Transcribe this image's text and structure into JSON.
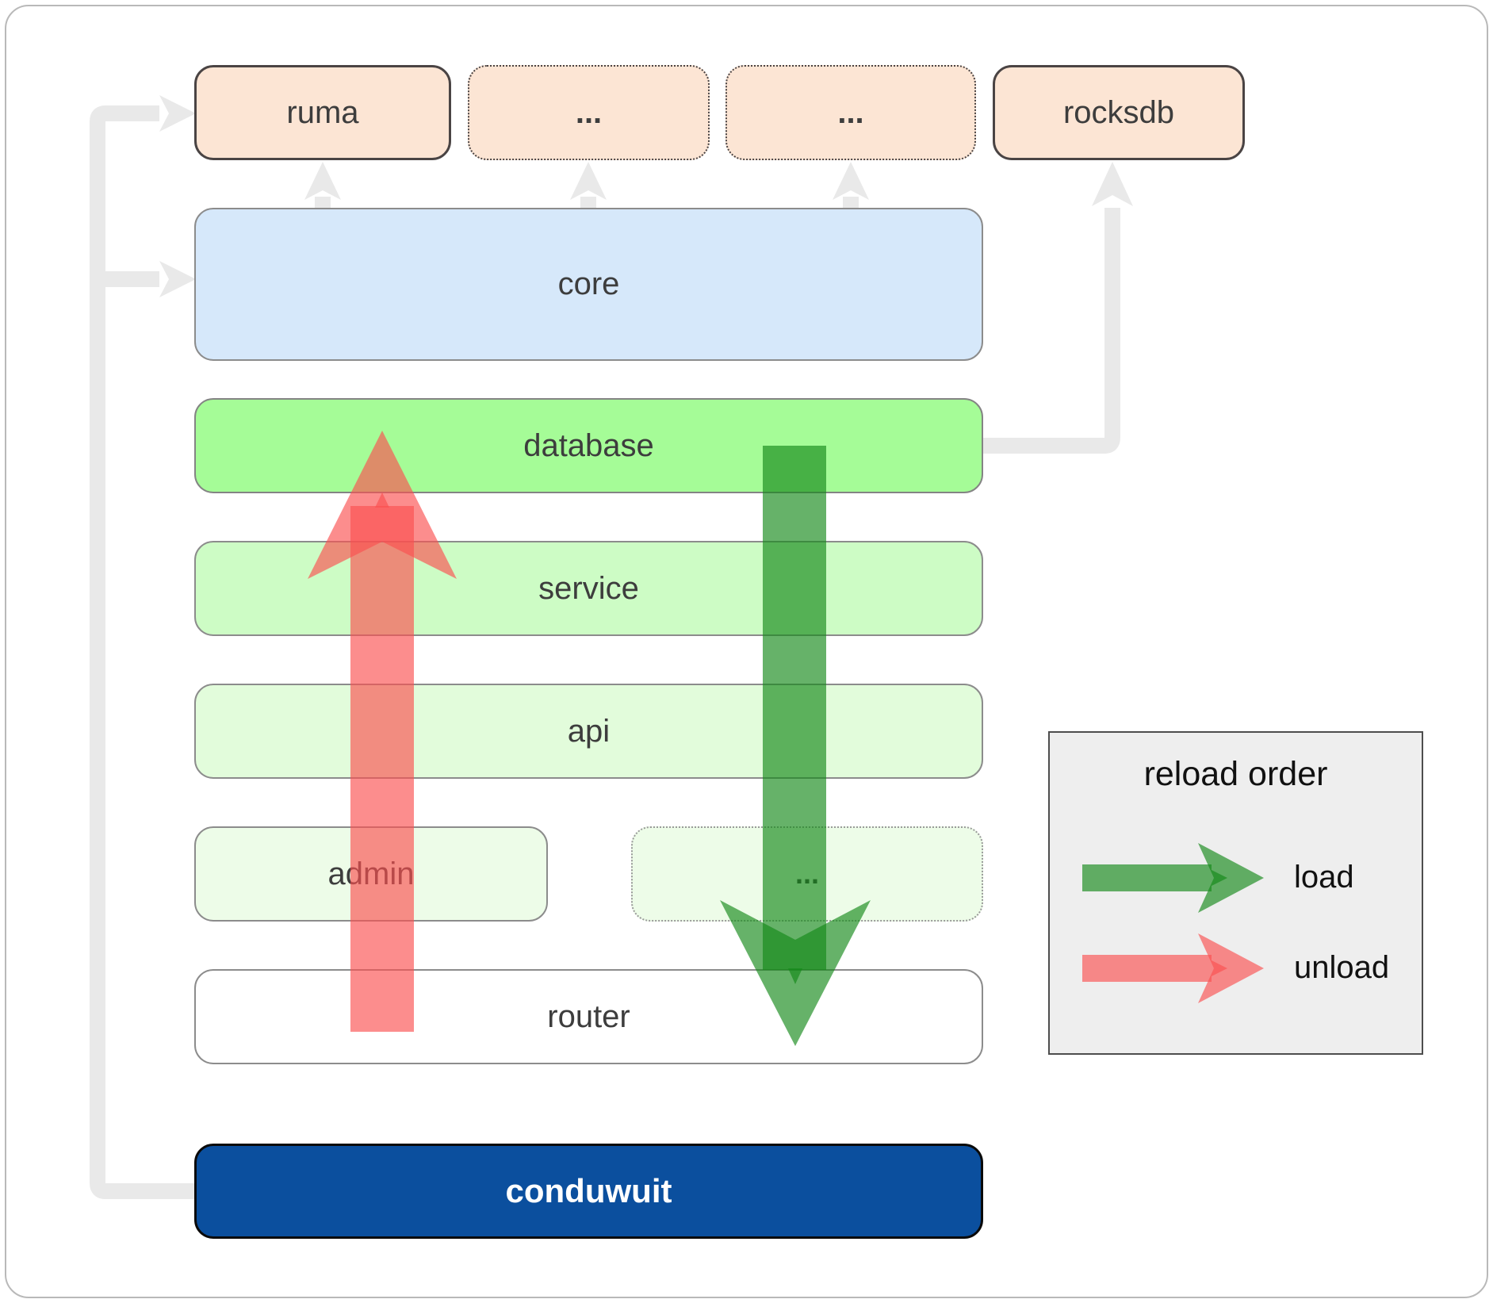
{
  "boxes": {
    "ruma": {
      "label": "ruma"
    },
    "top_etc_1": {
      "label": "..."
    },
    "top_etc_2": {
      "label": "..."
    },
    "rocksdb": {
      "label": "rocksdb"
    },
    "core": {
      "label": "core"
    },
    "database": {
      "label": "database"
    },
    "service": {
      "label": "service"
    },
    "api": {
      "label": "api"
    },
    "admin": {
      "label": "admin"
    },
    "admin_etc": {
      "label": "..."
    },
    "router": {
      "label": "router"
    },
    "conduwuit": {
      "label": "conduwuit"
    }
  },
  "legend": {
    "title": "reload order",
    "load_label": "load",
    "unload_label": "unload"
  },
  "colors": {
    "peach": "#fce5d4",
    "core_blue": "#d6e8fa",
    "database_green": "#a5fc97",
    "service_green": "#cdfcc5",
    "api_green": "#e2fcdb",
    "admin_green": "#edfce8",
    "router_white": "#ffffff",
    "conduwuit_blue": "#0b4f9e",
    "legend_bg": "#eeeeee",
    "connector_gray": "#e9e9e9",
    "load_fill": "rgba(20,137,25,0.65)",
    "unload_fill": "rgba(250,80,80,0.65)",
    "label_dark": "#3d3d3d"
  }
}
